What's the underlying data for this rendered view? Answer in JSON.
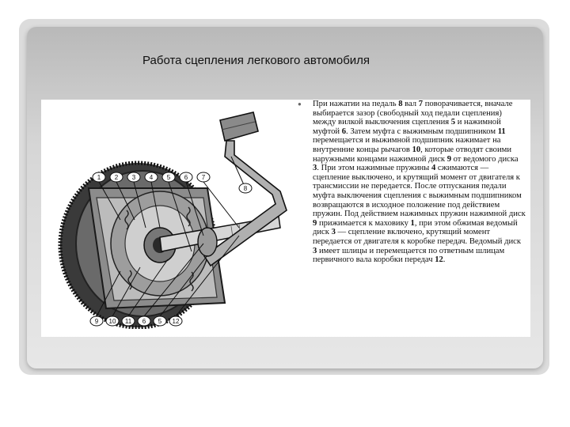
{
  "slide": {
    "title": "Работа сцепления легкового автомобиля",
    "body": {
      "segments": [
        {
          "t": "При нажатии на педаль ",
          "b": false
        },
        {
          "t": "8",
          "b": true
        },
        {
          "t": " вал ",
          "b": false
        },
        {
          "t": "7",
          "b": true
        },
        {
          "t": " поворачивается, вначале выбирается зазор (свободный ход педали сцепления) между вилкой выключения сцепления ",
          "b": false
        },
        {
          "t": "5",
          "b": true
        },
        {
          "t": " и нажимной муфтой ",
          "b": false
        },
        {
          "t": "6",
          "b": true
        },
        {
          "t": ". Затем муфта с выжимным подшипником ",
          "b": false
        },
        {
          "t": "11",
          "b": true
        },
        {
          "t": " перемещается и выжимной подшипник нажимает на внутренние концы рычагов ",
          "b": false
        },
        {
          "t": "10",
          "b": true
        },
        {
          "t": ", которые отводят своими наружными концами нажимной диск ",
          "b": false
        },
        {
          "t": "9",
          "b": true
        },
        {
          "t": " от ведомого диска ",
          "b": false
        },
        {
          "t": "3",
          "b": true
        },
        {
          "t": ". При этом нажимные пружины ",
          "b": false
        },
        {
          "t": "4",
          "b": true
        },
        {
          "t": " сжимаются — сцепление выключено, и крутящий момент от двигателя к трансмиссии не передается. После отпускания педали муфта выключения сцепления с выжимным подшипником возвращаются в исходное положение под действием пружин. Под действием нажимных пружин нажимной диск ",
          "b": false
        },
        {
          "t": "9",
          "b": true
        },
        {
          "t": " прижимается к маховику ",
          "b": false
        },
        {
          "t": "1",
          "b": true
        },
        {
          "t": ", при этом обжимая ведомый диск ",
          "b": false
        },
        {
          "t": "3",
          "b": true
        },
        {
          "t": " — сцепление включено, крутящий момент передается от двигателя к коробке передач. Ведомый диск ",
          "b": false
        },
        {
          "t": "3",
          "b": true
        },
        {
          "t": " имеет шлицы и перемещается по ответным шлицам первичного вала коробки передач ",
          "b": false
        },
        {
          "t": "12",
          "b": true
        },
        {
          "t": ".",
          "b": false
        }
      ]
    },
    "figure": {
      "top_labels": [
        "1",
        "2",
        "3",
        "4",
        "5",
        "6",
        "7"
      ],
      "right_label": "8",
      "bottom_labels": [
        "9",
        "10",
        "11",
        "6",
        "5",
        "12"
      ]
    }
  }
}
